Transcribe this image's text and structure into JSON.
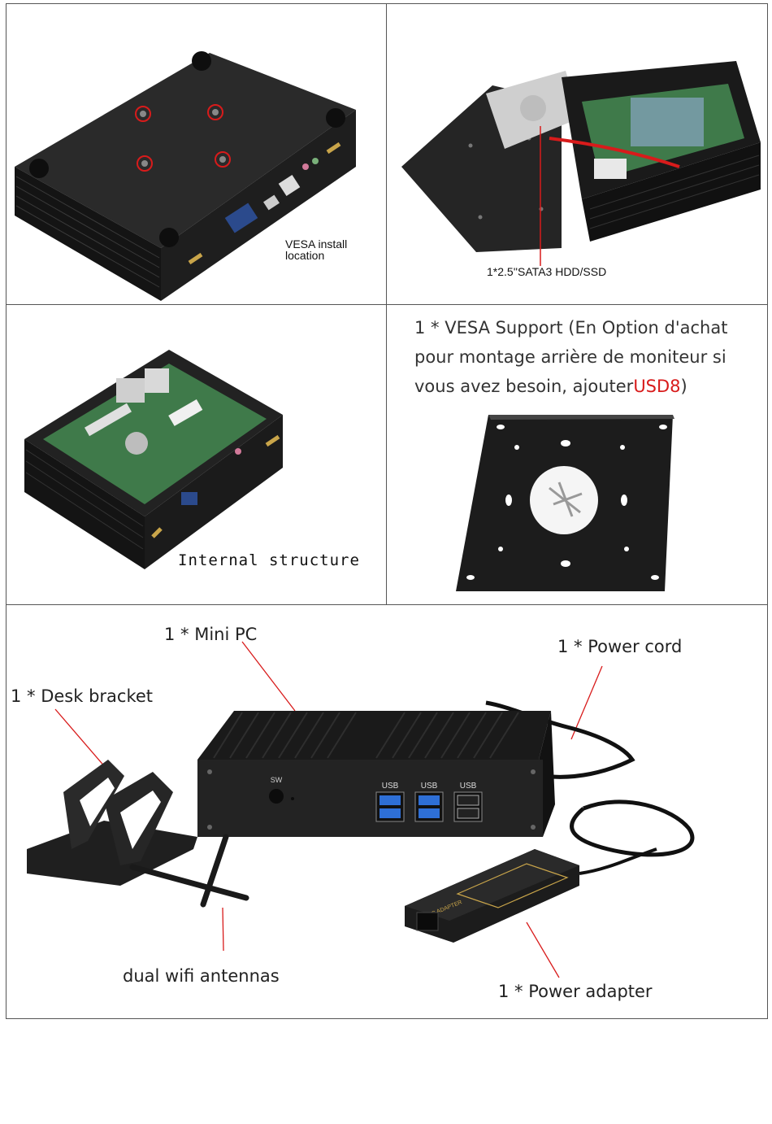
{
  "panels": {
    "bottom_view": {
      "label_line1": "VESA install",
      "label_line2": "location"
    },
    "hdd_view": {
      "label": "1*2.5''SATA3 HDD/SSD"
    },
    "internal_view": {
      "label": "Internal structure"
    },
    "vesa_option": {
      "text_main": "1 * VESA Support (En Option d'achat pour montage arrière de moniteur si vous avez besoin, ajouter",
      "text_price": "USD8",
      "text_end": ")"
    },
    "package": {
      "mini_pc": "1 * Mini PC",
      "power_cord": "1 * Power cord",
      "desk_bracket": "1 * Desk bracket",
      "antennas": "dual wifi antennas",
      "power_adapter": "1 * Power adapter",
      "port_sw": "SW",
      "port_usb_1": "USB",
      "port_usb_2": "USB",
      "port_usb_3": "USB",
      "adapter_title": "AC/DC ADAPTER"
    }
  },
  "colors": {
    "highlight_red": "#d81b1b",
    "device_black": "#1c1c1c",
    "board_green": "#3f7a4a"
  }
}
